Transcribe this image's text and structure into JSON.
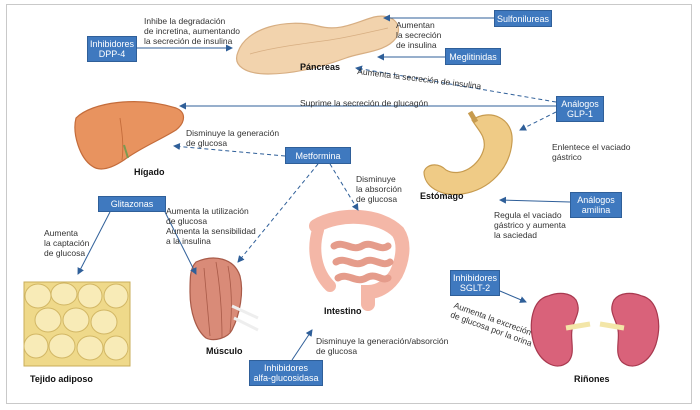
{
  "organs": {
    "pancreas": "Páncreas",
    "liver": "Hígado",
    "stomach": "Estómago",
    "intestine": "Intestino",
    "muscle": "Músculo",
    "adipose": "Tejido adiposo",
    "kidneys": "Riñones"
  },
  "drugs": {
    "dpp4": "Inhibidores\nDPP-4",
    "sulfonylureas": "Sulfonilureas",
    "meglitinides": "Meglitinidas",
    "glp1": "Análogos\nGLP-1",
    "metformin": "Metformina",
    "glitazones": "Glitazonas",
    "amylin": "Análogos\namilina",
    "sglt2": "Inhibidores\nSGLT-2",
    "alpha_glucosidase": "Inhibidores\nalfa-glucosidasa"
  },
  "notes": {
    "dpp4": "Inhibe la degradación\nde incretina, aumentando\nla secreción de insulina",
    "sulfonylureas": "Aumentan\nla secreción\nde insulina",
    "glp1_insulin": "Aumenta la secreción de insulina",
    "glp1_glucagon": "Suprime la secreción de glucagón",
    "glp1_gastric": "Enlentece el vaciado\ngástrico",
    "metformin_liver": "Disminuye la generación\nde glucosa",
    "metformin_intestine": "Disminuye\nla absorción\nde glucosa",
    "glitazones_muscle": "Aumenta la utilización\nde glucosa\nAumenta la sensibilidad\na la insulina",
    "glitazones_adipose": "Aumenta\nla captación\nde glucosa",
    "amylin": "Regula el vaciado\ngástrico y aumenta\nla saciedad",
    "sglt2": "Aumenta la excreción\nde glucosa por la orina",
    "alpha_glucosidase": "Disminuye la generación/absorción\nde glucosa"
  },
  "colors": {
    "box_fill": "#3f79bf",
    "arrow": "#2f5f99",
    "pancreas": "#f2d3ad",
    "liver": "#e8935f",
    "stomach": "#efcb86",
    "intestine": "#f4b7a7",
    "muscle": "#d98b78",
    "adipose": "#f3e2a4",
    "kidney": "#d9627a"
  }
}
